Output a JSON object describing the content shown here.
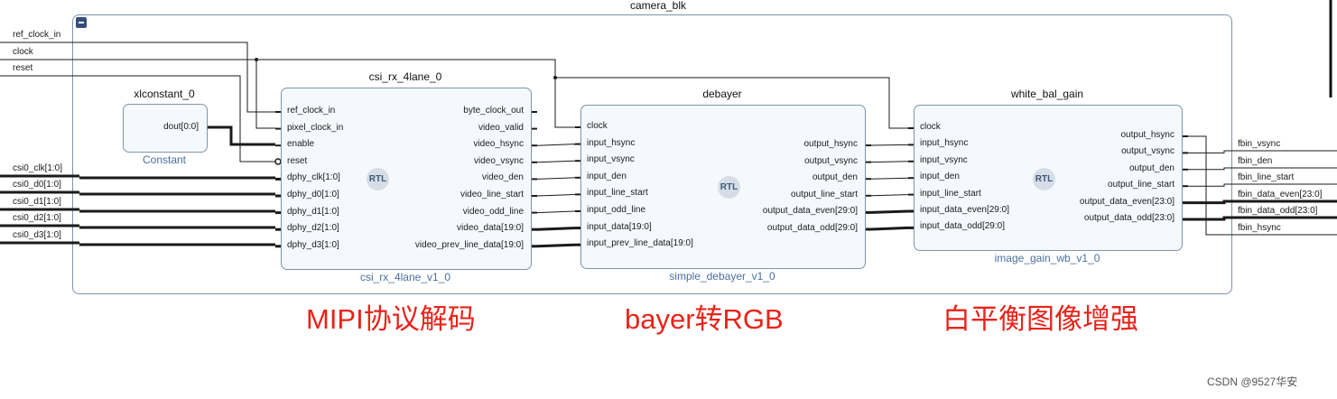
{
  "hierarchy": {
    "title": "camera_blk"
  },
  "external_inputs": [
    "ref_clock_in",
    "clock",
    "reset",
    "csi0_clk[1:0]",
    "csi0_d0[1:0]",
    "csi0_d1[1:0]",
    "csi0_d2[1:0]",
    "csi0_d3[1:0]"
  ],
  "external_outputs": [
    "fbin_vsync",
    "fbin_den",
    "fbin_line_start",
    "fbin_data_even[23:0]",
    "fbin_data_odd[23:0]",
    "fbin_hsync"
  ],
  "blocks": {
    "xlconstant": {
      "instance": "xlconstant_0",
      "subtitle": "Constant",
      "outputs": [
        "dout[0:0]"
      ]
    },
    "csi": {
      "instance": "csi_rx_4lane_0",
      "subtitle": "csi_rx_4lane_v1_0",
      "badge": "RTL",
      "inputs": [
        "ref_clock_in",
        "pixel_clock_in",
        "enable",
        "reset",
        "dphy_clk[1:0]",
        "dphy_d0[1:0]",
        "dphy_d1[1:0]",
        "dphy_d2[1:0]",
        "dphy_d3[1:0]"
      ],
      "outputs": [
        "byte_clock_out",
        "video_valid",
        "video_hsync",
        "video_vsync",
        "video_den",
        "video_line_start",
        "video_odd_line",
        "video_data[19:0]",
        "video_prev_line_data[19:0]"
      ]
    },
    "debayer": {
      "instance": "debayer",
      "subtitle": "simple_debayer_v1_0",
      "badge": "RTL",
      "inputs": [
        "clock",
        "input_hsync",
        "input_vsync",
        "input_den",
        "input_line_start",
        "input_odd_line",
        "input_data[19:0]",
        "input_prev_line_data[19:0]"
      ],
      "outputs": [
        "output_hsync",
        "output_vsync",
        "output_den",
        "output_line_start",
        "output_data_even[29:0]",
        "output_data_odd[29:0]"
      ]
    },
    "wb": {
      "instance": "white_bal_gain",
      "subtitle": "image_gain_wb_v1_0",
      "badge": "RTL",
      "inputs": [
        "clock",
        "input_hsync",
        "input_vsync",
        "input_den",
        "input_line_start",
        "input_data_even[29:0]",
        "input_data_odd[29:0]"
      ],
      "outputs": [
        "output_hsync",
        "output_vsync",
        "output_den",
        "output_line_start",
        "output_data_even[23:0]",
        "output_data_odd[23:0]"
      ]
    }
  },
  "captions": [
    "MIPI协议解码",
    "bayer转RGB",
    "白平衡图像增强"
  ],
  "watermark": "CSDN @9527华安",
  "colors": {
    "caption": "#e8231a",
    "wire": "#1a1a1a",
    "block_border": "#7d93ad",
    "block_fill": "#f5f9fe",
    "subtitle": "#4a6fa0",
    "collapse_button": "#34507a"
  }
}
